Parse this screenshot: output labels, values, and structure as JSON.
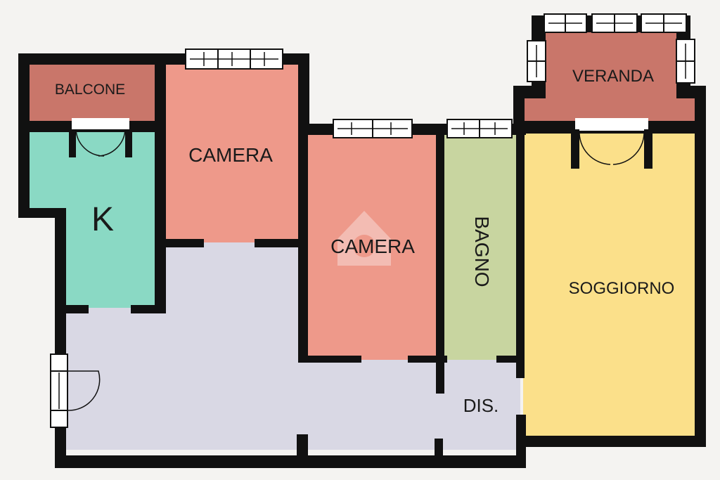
{
  "colors": {
    "background": "#f4f3f1",
    "wall": "#111111",
    "corridor": "#d9d8e4",
    "balcone": "#c9766a",
    "kitchen": "#8ad9c4",
    "camera": "#ee998a",
    "bagno": "#c8d5a0",
    "soggiorno": "#fbe08a",
    "veranda": "#c9766a",
    "window": "#ffffff"
  },
  "rooms": {
    "balcone": "BALCONE",
    "kitchen": "K",
    "camera_1": "CAMERA",
    "camera_2": "CAMERA",
    "bagno": "BAGNO",
    "soggiorno": "SOGGIORNO",
    "veranda": "VERANDA",
    "dis": "DIS."
  }
}
